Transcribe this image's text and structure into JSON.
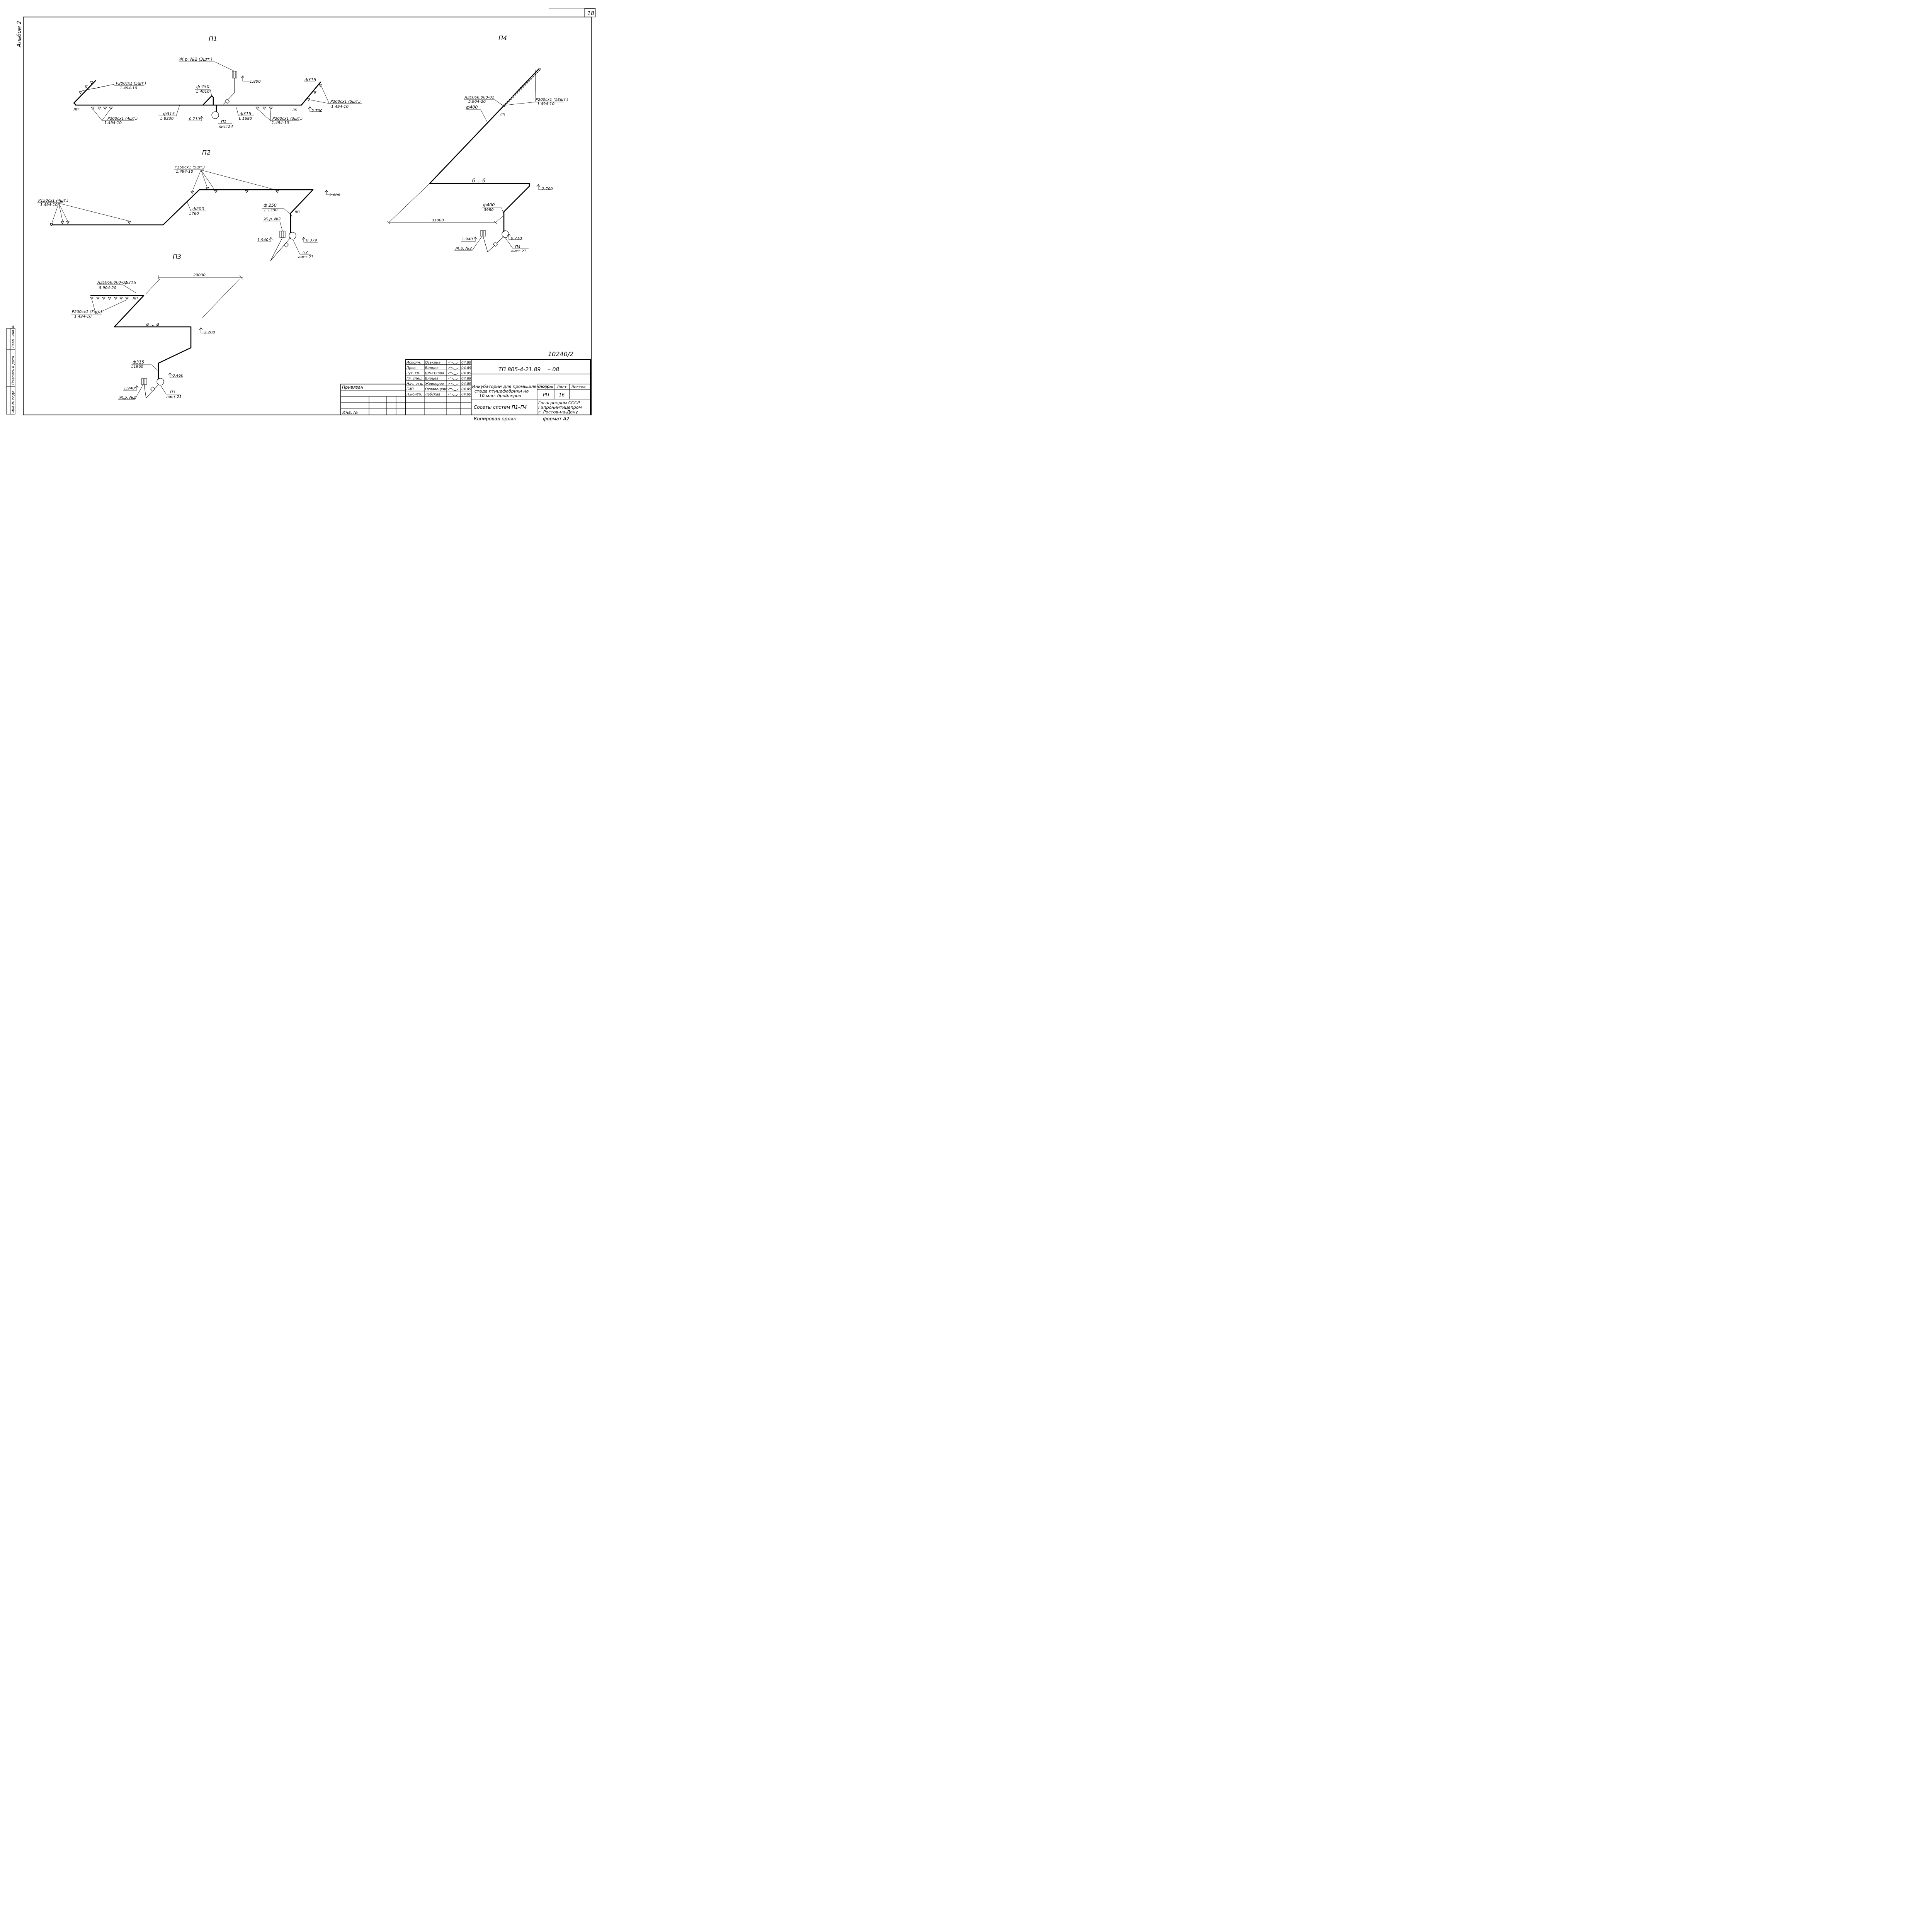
{
  "sheet": {
    "page_number": "18",
    "album_label": "Альбом 2",
    "drawing_number": "10240/2",
    "copied_by": "Копировал  орлик",
    "format": "формат  А2"
  },
  "left_strip": {
    "inv_orig": "Инв.№ подл.",
    "sign_date": "Подпись и дата",
    "replace_inv": "Взам. инв.№"
  },
  "systems": {
    "p1": {
      "title": "П1",
      "grille_left": [
        "Р200сх1 (5шт.)",
        "1.494-10"
      ],
      "grille_bottom": [
        "Р200сх1 (4шт.)",
        "1.494-10"
      ],
      "grille_mid": [
        "Р200сх1 (3шт.)",
        "1.494-10"
      ],
      "grille_right": [
        "Р200сх1 (5шт.)",
        "1.494-10"
      ],
      "jalousie": "Ж.р. №2 (3шт.)",
      "elev_top": "1.800",
      "elev_fan": "0.710",
      "elev_right": "2.700",
      "duct_a": [
        "ф 450",
        "L 4010"
      ],
      "duct_b": [
        "ф315",
        "L 8330"
      ],
      "duct_c": [
        "ф315",
        "L 1680"
      ],
      "duct_d": "ф315",
      "lp_left": "ЛП",
      "lp_right": "ЛП",
      "fan": [
        "П1",
        "лист24"
      ]
    },
    "p2": {
      "title": "П2",
      "grille_top": [
        "Р150сх1 (5шт.)",
        "1.494-10"
      ],
      "grille_left": [
        "Р150сх1 (4шт.)",
        "1.494-10"
      ],
      "elev_top": "2.600",
      "duct_a": [
        "ф200",
        "L760"
      ],
      "duct_b": [
        "ф 250",
        "L 1300"
      ],
      "lp": "ЛП",
      "jalousie": "Ж.р. №2",
      "elev_left": "1.940",
      "elev_fan": "0.379",
      "fan": [
        "П2",
        "лист 21"
      ]
    },
    "p3": {
      "title": "П3",
      "dim": "29000",
      "fitting": [
        "АЗЕ066.000-01",
        "5.904-20"
      ],
      "fitting_d": "ф315",
      "lp": "ЛП",
      "grille": [
        "Р200сх1 (7шт.)",
        "1.494-10"
      ],
      "section": "а ... а",
      "elev_top": "2.200",
      "duct": [
        "ф315",
        "L1960"
      ],
      "elev_fan": "0.460",
      "elev_left": "1.940",
      "jalousie": "Ж.р. №2",
      "fan": [
        "П3",
        "лист 21"
      ]
    },
    "p4": {
      "title": "П4",
      "fitting": [
        "АЗЕ066.000-02",
        "5.904-20"
      ],
      "fitting_d": "ф400",
      "lp": "ЛП",
      "grille": [
        "Р200сх1 (18шт.)",
        "1.494-10"
      ],
      "section": "б ... б",
      "elev_top": "2.700",
      "dim": "31000",
      "duct": [
        "ф400",
        "3980"
      ],
      "elev_left": "1.940",
      "elev_fan": "0.710",
      "jalousie": "Ж.р. №2",
      "fan": [
        "П4",
        "лист 21"
      ]
    }
  },
  "title_block": {
    "doc_code": "ТП 805-4-21.89",
    "doc_suffix": "– 08",
    "project": [
      "Инкубаторий для промышленного",
      "стада птицефабрики на",
      "10 млн. бройлеров"
    ],
    "sheet_title": "Сосеты систем  П1–П4",
    "stage_header": "Стадия",
    "sheet_header": "Лист",
    "sheets_header": "Листов",
    "stage": "РП",
    "sheet": "16",
    "org": [
      "Госагропром СССР",
      "Гипронинтицепром",
      "г. Ростов-на-Дону"
    ],
    "privyazan": "Привязан",
    "inv_no": "Инв. №",
    "rows": [
      {
        "role": "Исполн.",
        "name": "Оськина",
        "date": "04.89"
      },
      {
        "role": "Пров.",
        "name": "Бирцев",
        "date": "04.89"
      },
      {
        "role": "Рук. гр.",
        "name": "Шматкова",
        "date": "04.89"
      },
      {
        "role": "Гл. спец.",
        "name": "Бирцев",
        "date": "04.89"
      },
      {
        "role": "Нач. отд.",
        "name": "Жевнеров",
        "date": "04.89"
      },
      {
        "role": "ГИП",
        "name": "Охлавецкий",
        "date": "04.89"
      },
      {
        "role": "Н.контр.",
        "name": "Лебская",
        "date": "04.89"
      }
    ]
  }
}
